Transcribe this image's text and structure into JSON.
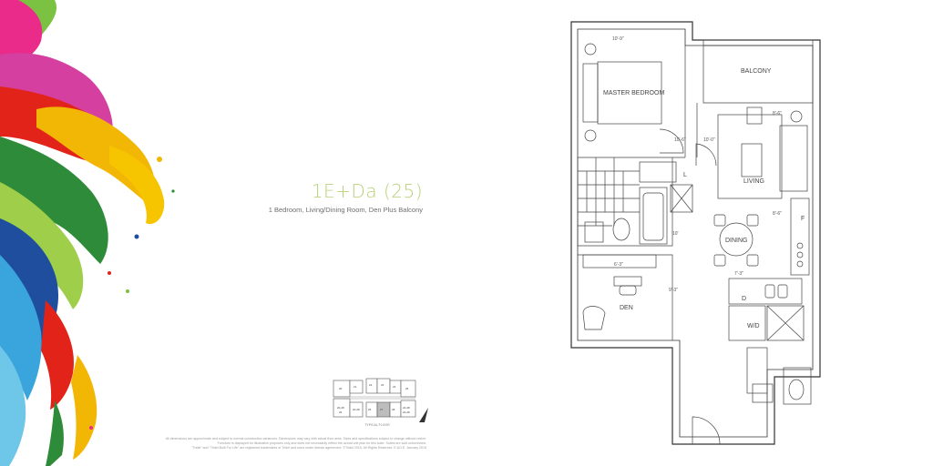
{
  "suite": {
    "name": "1E+Da (25)",
    "description": "1 Bedroom, Living/Dining Room, Den Plus Balcony"
  },
  "key_plan": {
    "label": "TYPICAL FLOOR",
    "units": [
      "20",
      "21",
      "22",
      "23",
      "24",
      "25",
      "26",
      "27",
      "28",
      "20-28",
      "20-28",
      "22-28",
      "24-28",
      "26"
    ]
  },
  "disclaimer": {
    "line1": "All dimensions are approximate and subject to normal construction variances. Dimensions may vary with actual floor area. Sizes and specifications subject to change without notice.",
    "line2": "Furniture is displayed for illustrative purposes only and does not necessarily reflect the actual unit plan for this suite. Suites are sold unfurnished.",
    "line3": "\"Tridel\" and \"Tridel Built For Life\" are registered trademarks of Tridel and used under license agreement. ©Tridel 2015. All Rights Reserved. E.&O.E. January 2015"
  },
  "floor_plan": {
    "rooms": {
      "master_bedroom": "MASTER BEDROOM",
      "balcony": "BALCONY",
      "living": "LIVING",
      "dining": "DINING",
      "den": "DEN"
    },
    "fixtures": {
      "linen": "L",
      "fridge": "F",
      "dishwasher": "D",
      "washer_dryer": "W/D"
    },
    "dimensions": {
      "bedroom_width": "10'-9\"",
      "bedroom_depth": "10'-6\"",
      "living_width": "10'-0\"",
      "balcony_depth": "8'-6\"",
      "living_depth": "8'-6\"",
      "bath_width": "10'",
      "den_width": "6'-3\"",
      "den_depth": "9'-3\"",
      "kitchen_width": "7'-3\""
    }
  },
  "colors": {
    "title_green": "#b7d27a",
    "subtitle_gray": "#6d6e71",
    "plan_line": "#333333"
  }
}
